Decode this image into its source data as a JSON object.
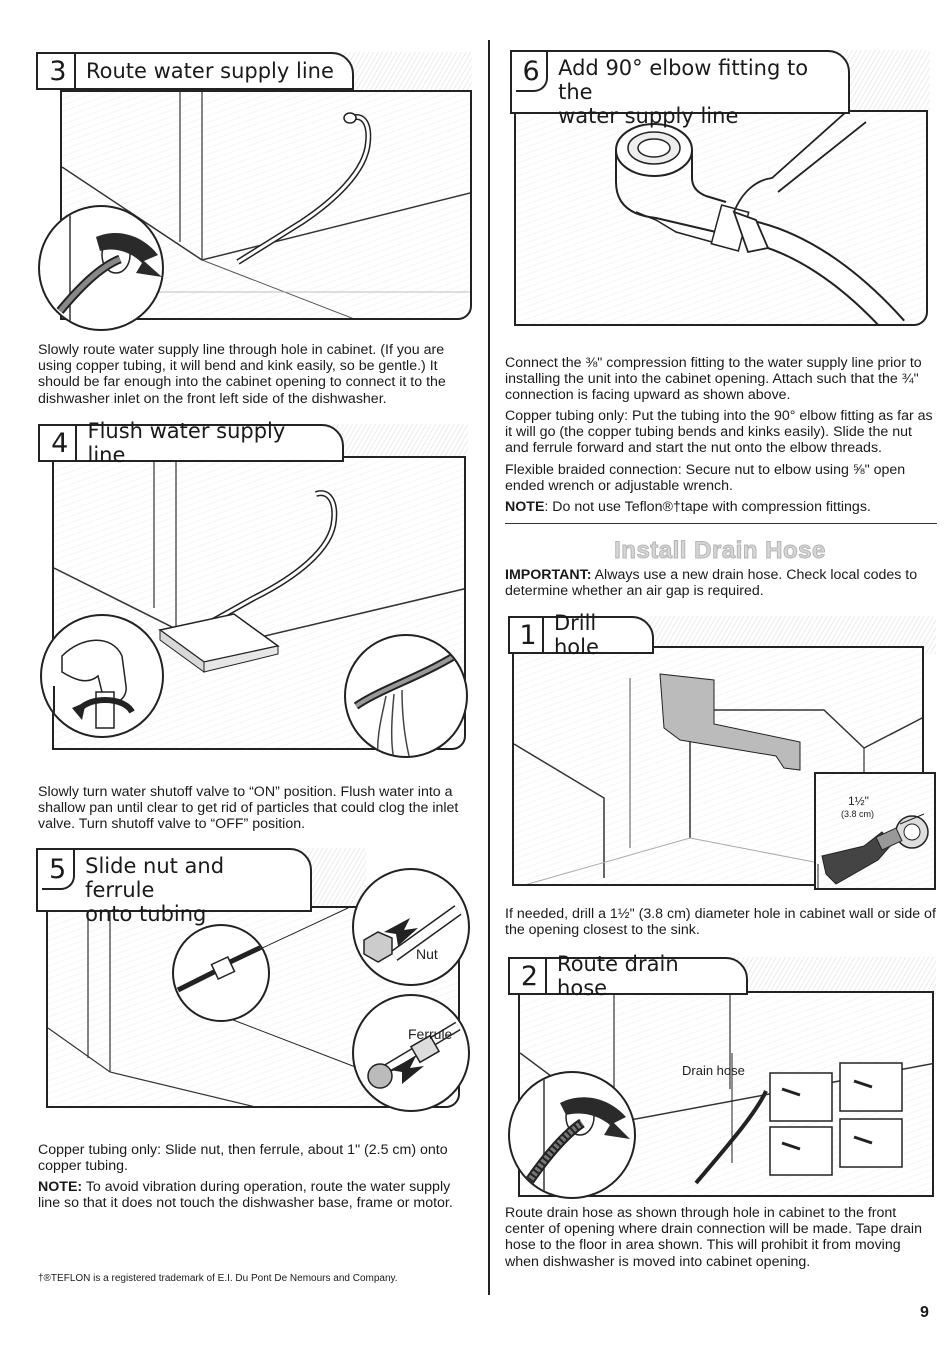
{
  "steps": {
    "s3": {
      "num": "3",
      "title": "Route water supply line",
      "text": "Slowly route water supply line through hole in cabinet. (If you are using copper tubing, it will bend and kink easily, so be gentle.) It should be far enough into the cabinet opening to connect it to the dishwasher inlet on the front left side of the dishwasher."
    },
    "s4": {
      "num": "4",
      "title": "Flush water supply line",
      "text": "Slowly turn water shutoff valve to “ON” position. Flush water into a shallow pan until clear to get rid of particles that could clog the inlet valve. Turn shutoff valve to “OFF” position."
    },
    "s5": {
      "num": "5",
      "title": "Slide nut and ferrule\nonto tubing",
      "nut_label": "Nut",
      "ferrule_label": "Ferrule",
      "text": "Copper tubing only: Slide nut, then ferrule, about 1\" (2.5 cm) onto copper tubing.",
      "note_label": "NOTE:",
      "note": " To avoid vibration during operation, route the water supply line so that it does not touch the dishwasher base, frame or motor."
    },
    "s6": {
      "num": "6",
      "title": "Add 90° elbow fitting to the\nwater supply line",
      "text1": "Connect the ⅜\" compression fitting to the water supply line prior to installing the unit into the cabinet opening. Attach such that the ¾\" connection is facing upward as shown above.",
      "text2": "Copper tubing only: Put the tubing into the 90° elbow fitting as far as it will go (the copper tubing bends and kinks easily). Slide the nut and ferrule forward and start the nut onto the elbow threads.",
      "text3": "Flexible braided connection: Secure nut to elbow using ⅝\" open ended wrench or adjustable wrench.",
      "note_label": "NOTE",
      "note": ": Do not use Teflon®†tape with compression fittings."
    }
  },
  "drain": {
    "section_title": "Install Drain Hose",
    "important_label": "IMPORTANT:",
    "important": " Always use a new drain hose. Check local codes to determine whether an air gap is required.",
    "d1": {
      "num": "1",
      "title": "Drill hole",
      "size_label": "1½\"",
      "size_metric": "(3.8 cm)",
      "text": "If needed, drill a 1½\" (3.8 cm) diameter hole in cabinet wall or side of the opening closest to the sink."
    },
    "d2": {
      "num": "2",
      "title": "Route drain hose",
      "hose_label": "Drain hose",
      "text": "Route drain hose as shown through hole in cabinet to the front center of opening where drain connection will be made. Tape drain hose to the floor in area shown. This will prohibit it from moving when dishwasher is moved into cabinet opening."
    }
  },
  "footnote": "†®TEFLON is a registered trademark of E.I. Du Pont De Nemours and Company.",
  "page_number": "9"
}
